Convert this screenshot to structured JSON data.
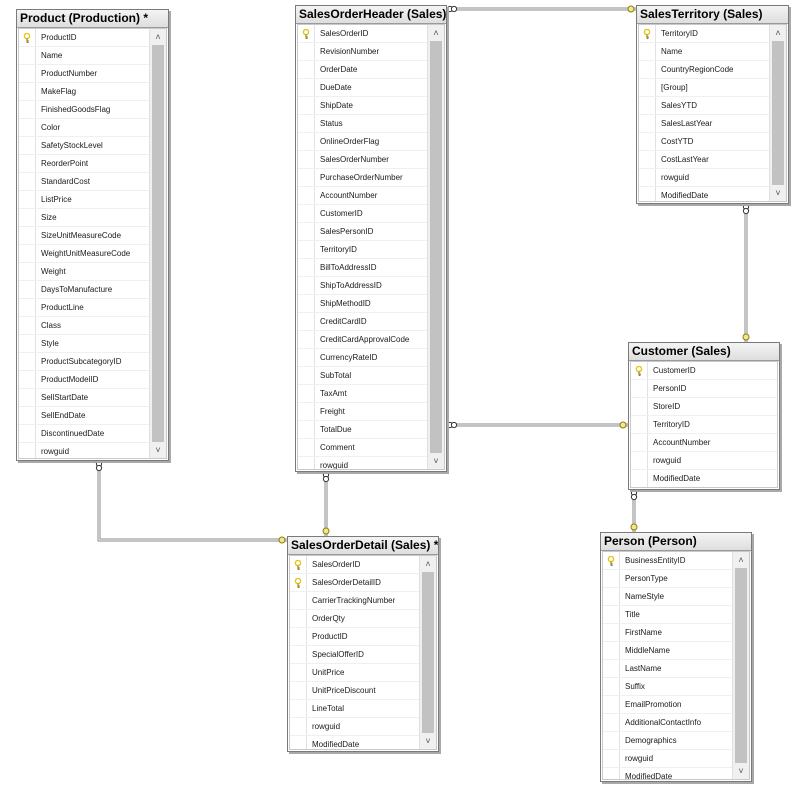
{
  "colors": {
    "connector": "#8a8a8a",
    "key": "#e6c619",
    "link_end": "#f2e88a"
  },
  "tables": [
    {
      "id": "product",
      "title": "Product (Production) *",
      "interactable": true,
      "columns": [
        "ProductID",
        "Name",
        "ProductNumber",
        "MakeFlag",
        "FinishedGoodsFlag",
        "Color",
        "SafetyStockLevel",
        "ReorderPoint",
        "StandardCost",
        "ListPrice",
        "Size",
        "SizeUnitMeasureCode",
        "WeightUnitMeasureCode",
        "Weight",
        "DaysToManufacture",
        "ProductLine",
        "Class",
        "Style",
        "ProductSubcategoryID",
        "ProductModelID",
        "SellStartDate",
        "SellEndDate",
        "DiscontinuedDate",
        "rowguid"
      ],
      "keys": [
        0
      ]
    },
    {
      "id": "soh",
      "title": "SalesOrderHeader (Sales)",
      "interactable": true,
      "columns": [
        "SalesOrderID",
        "RevisionNumber",
        "OrderDate",
        "DueDate",
        "ShipDate",
        "Status",
        "OnlineOrderFlag",
        "SalesOrderNumber",
        "PurchaseOrderNumber",
        "AccountNumber",
        "CustomerID",
        "SalesPersonID",
        "TerritoryID",
        "BillToAddressID",
        "ShipToAddressID",
        "ShipMethodID",
        "CreditCardID",
        "CreditCardApprovalCode",
        "CurrencyRateID",
        "SubTotal",
        "TaxAmt",
        "Freight",
        "TotalDue",
        "Comment",
        "rowguid"
      ],
      "keys": [
        0
      ]
    },
    {
      "id": "territory",
      "title": "SalesTerritory (Sales)",
      "interactable": true,
      "columns": [
        "TerritoryID",
        "Name",
        "CountryRegionCode",
        "[Group]",
        "SalesYTD",
        "SalesLastYear",
        "CostYTD",
        "CostLastYear",
        "rowguid",
        "ModifiedDate"
      ],
      "keys": [
        0
      ]
    },
    {
      "id": "customer",
      "title": "Customer (Sales)",
      "interactable": true,
      "columns": [
        "CustomerID",
        "PersonID",
        "StoreID",
        "TerritoryID",
        "AccountNumber",
        "rowguid",
        "ModifiedDate"
      ],
      "keys": [
        0
      ]
    },
    {
      "id": "sod",
      "title": "SalesOrderDetail (Sales) *",
      "interactable": true,
      "columns": [
        "SalesOrderID",
        "SalesOrderDetailID",
        "CarrierTrackingNumber",
        "OrderQty",
        "ProductID",
        "SpecialOfferID",
        "UnitPrice",
        "UnitPriceDiscount",
        "LineTotal",
        "rowguid",
        "ModifiedDate"
      ],
      "keys": [
        0,
        1
      ]
    },
    {
      "id": "person",
      "title": "Person (Person)",
      "interactable": true,
      "columns": [
        "BusinessEntityID",
        "PersonType",
        "NameStyle",
        "Title",
        "FirstName",
        "MiddleName",
        "LastName",
        "Suffix",
        "EmailPromotion",
        "AdditionalContactInfo",
        "Demographics",
        "rowguid",
        "ModifiedDate"
      ],
      "keys": [
        0
      ]
    }
  ],
  "relationships": [
    {
      "from": "soh",
      "to": "territory"
    },
    {
      "from": "territory",
      "to": "customer"
    },
    {
      "from": "soh",
      "to": "customer"
    },
    {
      "from": "customer",
      "to": "person"
    },
    {
      "from": "product",
      "to": "sod"
    },
    {
      "from": "soh",
      "to": "sod"
    }
  ]
}
